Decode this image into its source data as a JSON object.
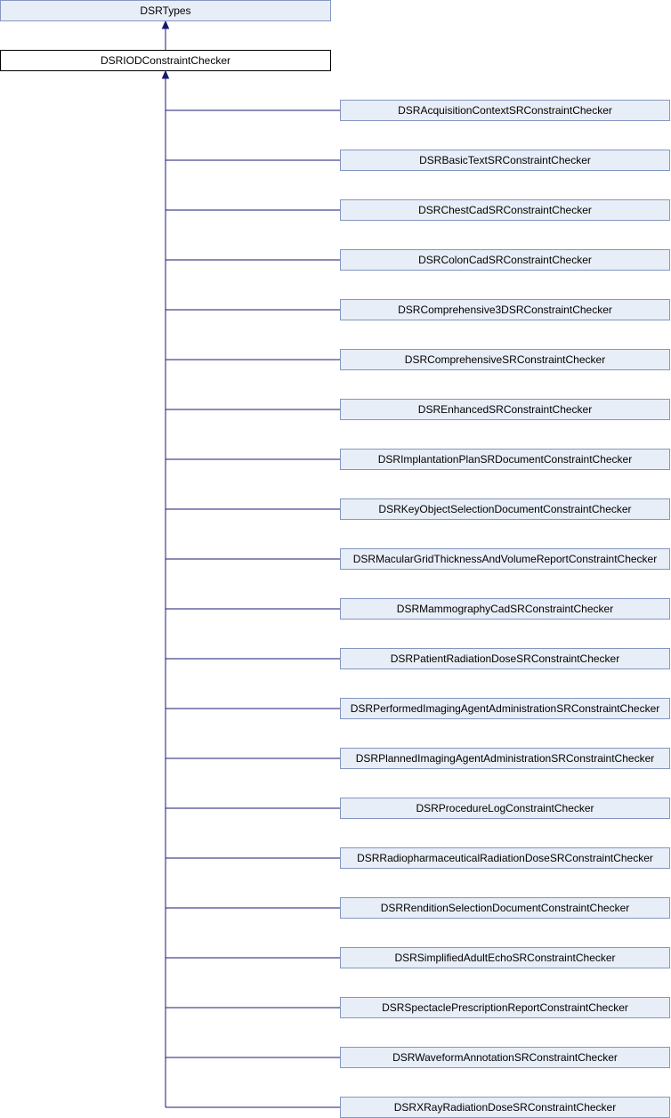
{
  "diagram": {
    "base": {
      "label": "DSRTypes"
    },
    "current": {
      "label": "DSRIODConstraintChecker"
    },
    "children": [
      "DSRAcquisitionContextSRConstraintChecker",
      "DSRBasicTextSRConstraintChecker",
      "DSRChestCadSRConstraintChecker",
      "DSRColonCadSRConstraintChecker",
      "DSRComprehensive3DSRConstraintChecker",
      "DSRComprehensiveSRConstraintChecker",
      "DSREnhancedSRConstraintChecker",
      "DSRImplantationPlanSRDocumentConstraintChecker",
      "DSRKeyObjectSelectionDocumentConstraintChecker",
      "DSRMacularGridThicknessAndVolumeReportConstraintChecker",
      "DSRMammographyCadSRConstraintChecker",
      "DSRPatientRadiationDoseSRConstraintChecker",
      "DSRPerformedImagingAgentAdministrationSRConstraintChecker",
      "DSRPlannedImagingAgentAdministrationSRConstraintChecker",
      "DSRProcedureLogConstraintChecker",
      "DSRRadiopharmaceuticalRadiationDoseSRConstraintChecker",
      "DSRRenditionSelectionDocumentConstraintChecker",
      "DSRSimplifiedAdultEchoSRConstraintChecker",
      "DSRSpectaclePrescriptionReportConstraintChecker",
      "DSRWaveformAnnotationSRConstraintChecker",
      "DSRXRayRadiationDoseSRConstraintChecker"
    ]
  },
  "colors": {
    "node_fill": "#e8eef7",
    "node_border": "#8496c0",
    "current_fill": "#ffffff",
    "current_border": "#000000",
    "edge": "#191970"
  }
}
